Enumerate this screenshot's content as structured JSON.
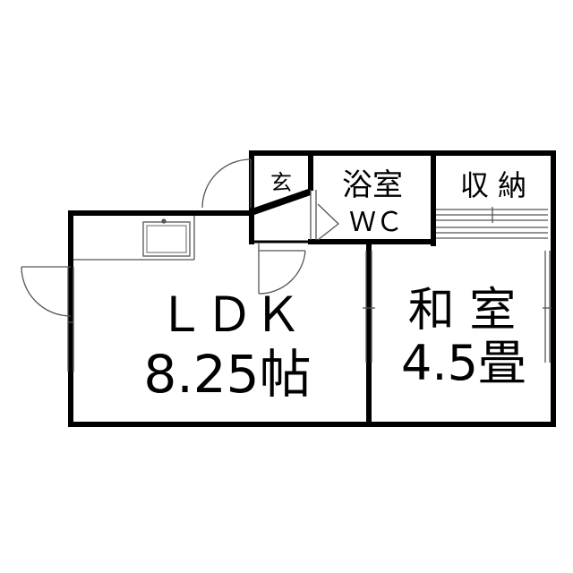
{
  "floor_plan": {
    "rooms": {
      "ldk": {
        "name": "ＬＤＫ",
        "size": "8.25帖"
      },
      "washitsu": {
        "name": "和 室",
        "size": "4.5畳"
      },
      "yokushitsu": {
        "name": "浴室",
        "sub": "ＷＣ"
      },
      "shuno": {
        "name": "収 納"
      },
      "genkan": {
        "name": "玄"
      }
    },
    "colors": {
      "wall": "#000000",
      "background": "#ffffff",
      "fixture": "#666666"
    }
  }
}
